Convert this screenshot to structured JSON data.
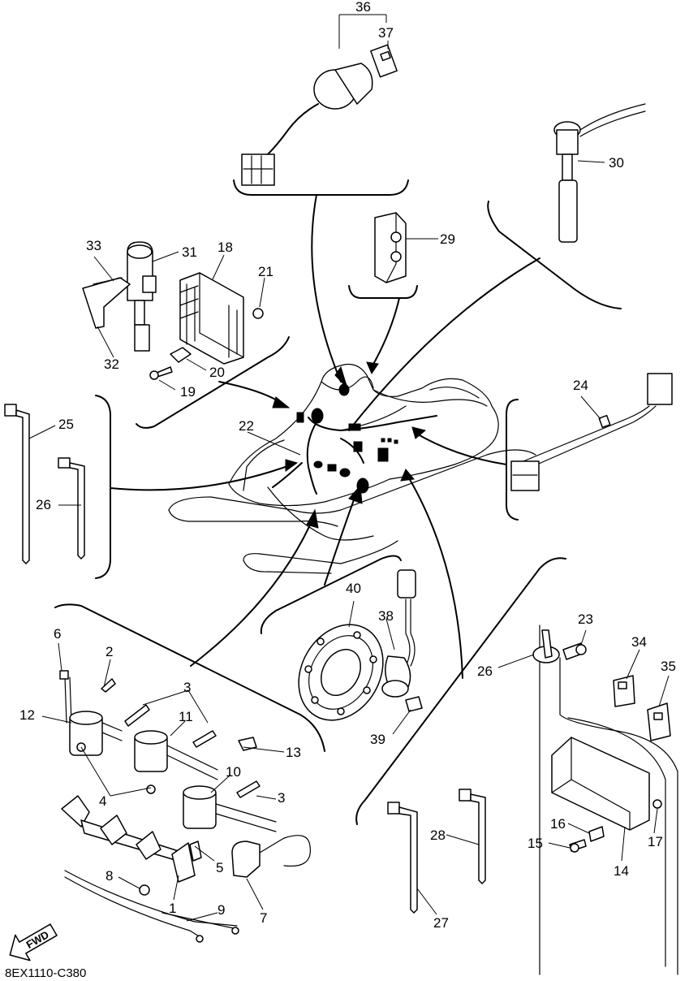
{
  "drawing_code": "8EX1110-C380",
  "fwd_label": "FWD",
  "callouts": {
    "c1": "1",
    "c2": "2",
    "c3a": "3",
    "c3b": "3",
    "c4": "4",
    "c5": "5",
    "c6": "6",
    "c7": "7",
    "c8": "8",
    "c9": "9",
    "c10": "10",
    "c11": "11",
    "c12": "12",
    "c13": "13",
    "c14": "14",
    "c15": "15",
    "c16": "16",
    "c17": "17",
    "c18": "18",
    "c19": "19",
    "c20": "20",
    "c21": "21",
    "c22": "22",
    "c23": "23",
    "c24": "24",
    "c25": "25",
    "c26a": "26",
    "c26b": "26",
    "c27": "27",
    "c28": "28",
    "c29": "29",
    "c30": "30",
    "c31": "31",
    "c32": "32",
    "c33": "33",
    "c34": "34",
    "c35": "35",
    "c36": "36",
    "c37": "37",
    "c38": "38",
    "c39": "39",
    "c40": "40"
  }
}
